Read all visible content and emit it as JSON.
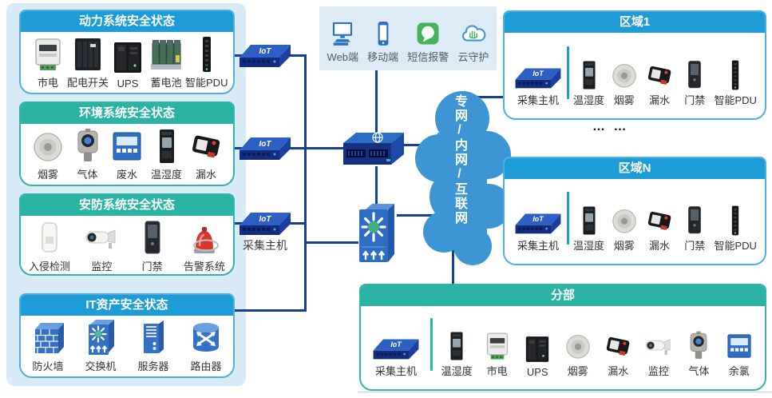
{
  "colors": {
    "blue_header": "#1E9CD8",
    "teal_header": "#2BB3A6",
    "blue_border": "#50AFE0",
    "teal_border": "#33B4A8",
    "line": "#17418F",
    "cloud": "#3D96D3",
    "panel_bg": "#D9EBF7",
    "clients_bg": "#DCEBF6"
  },
  "left_boxes": [
    {
      "title": "动力系统安全状态",
      "theme": "blue",
      "items": [
        {
          "label": "市电",
          "icon": "power-meter-icon"
        },
        {
          "label": "配电开关",
          "icon": "breaker-cabinet-icon"
        },
        {
          "label": "UPS",
          "icon": "ups-icon"
        },
        {
          "label": "蓄电池",
          "icon": "battery-bank-icon"
        },
        {
          "label": "智能PDU",
          "icon": "smart-pdu-icon"
        }
      ]
    },
    {
      "title": "环境系统安全状态",
      "theme": "teal",
      "items": [
        {
          "label": "烟雾",
          "icon": "smoke-detector-icon"
        },
        {
          "label": "气体",
          "icon": "gas-detector-icon"
        },
        {
          "label": "废水",
          "icon": "wastewater-meter-icon"
        },
        {
          "label": "温湿度",
          "icon": "temp-humidity-icon"
        },
        {
          "label": "漏水",
          "icon": "water-leak-icon"
        }
      ]
    },
    {
      "title": "安防系统安全状态",
      "theme": "teal",
      "items": [
        {
          "label": "入侵检测",
          "icon": "intrusion-sensor-icon"
        },
        {
          "label": "监控",
          "icon": "cctv-camera-icon"
        },
        {
          "label": "门禁",
          "icon": "door-access-icon"
        },
        {
          "label": "告警系统",
          "icon": "alarm-beacon-icon"
        }
      ]
    },
    {
      "title": "IT资产安全状态",
      "theme": "blue",
      "items": [
        {
          "label": "防火墙",
          "icon": "firewall-icon"
        },
        {
          "label": "交换机",
          "icon": "network-switch-icon"
        },
        {
          "label": "服务器",
          "icon": "server-icon"
        },
        {
          "label": "路由器",
          "icon": "router-icon"
        }
      ]
    }
  ],
  "clients": {
    "items": [
      {
        "label": "Web端",
        "icon": "desktop-monitor-icon"
      },
      {
        "label": "移动端",
        "icon": "mobile-phone-icon"
      },
      {
        "label": "短信报警",
        "icon": "sms-alert-icon"
      },
      {
        "label": "云守护",
        "icon": "cloud-guard-icon"
      }
    ]
  },
  "middle": {
    "collector_label": "采集主机",
    "cloud_label": "专网/内网/互联网",
    "ellipsis": "… …"
  },
  "regions": [
    {
      "title": "区域1",
      "collector_label": "采集主机",
      "items": [
        {
          "label": "温湿度",
          "icon": "temp-humidity-icon"
        },
        {
          "label": "烟雾",
          "icon": "smoke-detector-icon"
        },
        {
          "label": "漏水",
          "icon": "water-leak-icon"
        },
        {
          "label": "门禁",
          "icon": "door-access-icon"
        },
        {
          "label": "智能PDU",
          "icon": "smart-pdu-icon"
        }
      ]
    },
    {
      "title": "区域N",
      "collector_label": "采集主机",
      "items": [
        {
          "label": "温湿度",
          "icon": "temp-humidity-icon"
        },
        {
          "label": "烟雾",
          "icon": "smoke-detector-icon"
        },
        {
          "label": "漏水",
          "icon": "water-leak-icon"
        },
        {
          "label": "门禁",
          "icon": "door-access-icon"
        },
        {
          "label": "智能PDU",
          "icon": "smart-pdu-icon"
        }
      ]
    }
  ],
  "branch": {
    "title": "分部",
    "collector_label": "采集主机",
    "items": [
      {
        "label": "温湿度",
        "icon": "temp-humidity-icon"
      },
      {
        "label": "市电",
        "icon": "power-meter-icon"
      },
      {
        "label": "UPS",
        "icon": "ups-icon"
      },
      {
        "label": "烟雾",
        "icon": "smoke-detector-icon"
      },
      {
        "label": "漏水",
        "icon": "water-leak-icon"
      },
      {
        "label": "监控",
        "icon": "cctv-camera-icon"
      },
      {
        "label": "气体",
        "icon": "gas-detector-icon"
      },
      {
        "label": "余氯",
        "icon": "residual-chlorine-meter-icon"
      }
    ]
  }
}
